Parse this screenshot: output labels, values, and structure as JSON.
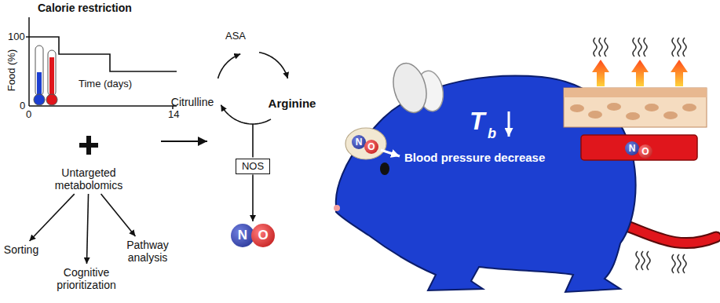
{
  "diagram": {
    "nodes": [
      {
        "text": [
          "Untargeted metabolomics"
        ]
      },
      {
        "text": [
          "Sorting"
        ]
      },
      {
        "text": [
          "Cognitive prioritization"
        ]
      },
      {
        "text": [
          "Pathway analysis"
        ]
      },
      {
        "text": [
          "ASA"
        ]
      },
      {
        "text": [
          "Citrulline"
        ]
      },
      {
        "text": [
          "Arginine"
        ]
      },
      {
        "text": [
          "NOS"
        ]
      },
      {
        "text": [
          "N",
          "O"
        ]
      }
    ],
    "edges": [
      {
        "from": 0,
        "to": 1,
        "arrow": "to"
      },
      {
        "from": 0,
        "to": 2,
        "arrow": "to"
      },
      {
        "from": 0,
        "to": 3,
        "arrow": "to"
      },
      {
        "from": 5,
        "to": 4,
        "arrow": "to"
      },
      {
        "from": 4,
        "to": 6,
        "arrow": "to"
      },
      {
        "from": 6,
        "to": 5,
        "arrow": "to"
      },
      {
        "from": 6,
        "to": 7,
        "arrow": "none"
      },
      {
        "from": 7,
        "to": 8,
        "arrow": "to"
      }
    ],
    "labels": [
      "Calorie restriction",
      "100",
      "0",
      "Food (%)",
      "Time (days)",
      "0",
      "14",
      "N",
      "O",
      "Blood pressure decrease",
      "T",
      "b",
      "N",
      "O"
    ]
  }
}
